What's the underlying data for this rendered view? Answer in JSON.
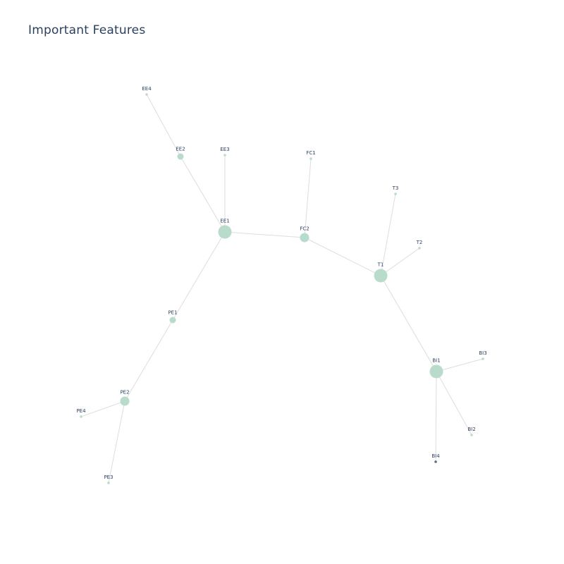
{
  "title": "Important Features",
  "colors": {
    "node_default": "#b9dbcb",
    "node_accent": "#5a6e7f",
    "edge": "#dddddd",
    "label": "#2a3f5f"
  },
  "graph": {
    "nodes": [
      {
        "id": "EE4",
        "label": "EE4",
        "weight": 1
      },
      {
        "id": "EE2",
        "label": "EE2",
        "weight": 2
      },
      {
        "id": "EE3",
        "label": "EE3",
        "weight": 1
      },
      {
        "id": "EE1",
        "label": "EE1",
        "weight": 4
      },
      {
        "id": "FC1",
        "label": "FC1",
        "weight": 1
      },
      {
        "id": "FC2",
        "label": "FC2",
        "weight": 3
      },
      {
        "id": "T3",
        "label": "T3",
        "weight": 1
      },
      {
        "id": "T2",
        "label": "T2",
        "weight": 1
      },
      {
        "id": "T1",
        "label": "T1",
        "weight": 4
      },
      {
        "id": "PE1",
        "label": "PE1",
        "weight": 2
      },
      {
        "id": "PE2",
        "label": "PE2",
        "weight": 3
      },
      {
        "id": "PE4",
        "label": "PE4",
        "weight": 1
      },
      {
        "id": "PE3",
        "label": "PE3",
        "weight": 1
      },
      {
        "id": "BI3",
        "label": "BI3",
        "weight": 1
      },
      {
        "id": "BI1",
        "label": "BI1",
        "weight": 4
      },
      {
        "id": "BI2",
        "label": "BI2",
        "weight": 1
      },
      {
        "id": "BI4",
        "label": "BI4",
        "weight": 1,
        "accent": true
      }
    ],
    "edges": [
      [
        "EE4",
        "EE2"
      ],
      [
        "EE2",
        "EE1"
      ],
      [
        "EE3",
        "EE1"
      ],
      [
        "EE1",
        "FC2"
      ],
      [
        "FC1",
        "FC2"
      ],
      [
        "FC2",
        "T1"
      ],
      [
        "T3",
        "T1"
      ],
      [
        "T2",
        "T1"
      ],
      [
        "EE1",
        "PE1"
      ],
      [
        "PE1",
        "PE2"
      ],
      [
        "PE2",
        "PE4"
      ],
      [
        "PE2",
        "PE3"
      ],
      [
        "T1",
        "BI1"
      ],
      [
        "BI1",
        "BI3"
      ],
      [
        "BI1",
        "BI2"
      ],
      [
        "BI1",
        "BI4"
      ]
    ]
  }
}
